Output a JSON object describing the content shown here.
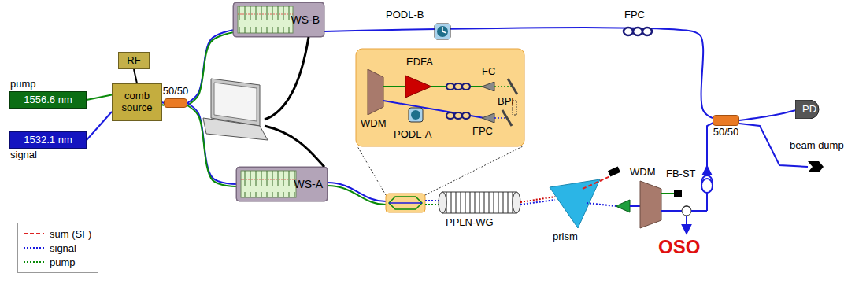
{
  "diagram": {
    "nodes": [
      {
        "text": [
          "pump",
          "1556.6 nm"
        ]
      },
      {
        "text": [
          "1532.1 nm",
          "signal"
        ]
      },
      {
        "text": [
          "RF"
        ]
      },
      {
        "text": [
          "comb source"
        ]
      },
      {
        "text": [
          "50/50"
        ]
      },
      {
        "text": [
          "WS-B"
        ]
      },
      {
        "text": [
          "WS-A"
        ]
      },
      {
        "text": [
          "50/50"
        ]
      },
      {
        "text": [
          "PD"
        ]
      }
    ],
    "edges": [
      {
        "from": 0,
        "to": 3,
        "arrow": "none"
      },
      {
        "from": 1,
        "to": 3,
        "arrow": "none"
      },
      {
        "from": 2,
        "to": 3,
        "arrow": "none"
      },
      {
        "from": 3,
        "to": 4,
        "arrow": "none"
      },
      {
        "from": 4,
        "to": 5,
        "arrow": "none"
      },
      {
        "from": 4,
        "to": 6,
        "arrow": "none"
      },
      {
        "from": 5,
        "to": 7,
        "arrow": "none"
      },
      {
        "from": 7,
        "to": 8,
        "arrow": "none"
      }
    ],
    "labels": [
      "PODL-B",
      "FPC",
      "EDFA",
      "FC",
      "WDM",
      "PODL-A",
      "FPC",
      "BPF",
      "PPLN-WG",
      "prism",
      "WDM",
      "FB-ST",
      "beam dump",
      "OSO"
    ],
    "legend": [
      {
        "text": "sum (SF)"
      },
      {
        "text": "signal"
      },
      {
        "text": "pump"
      }
    ]
  }
}
